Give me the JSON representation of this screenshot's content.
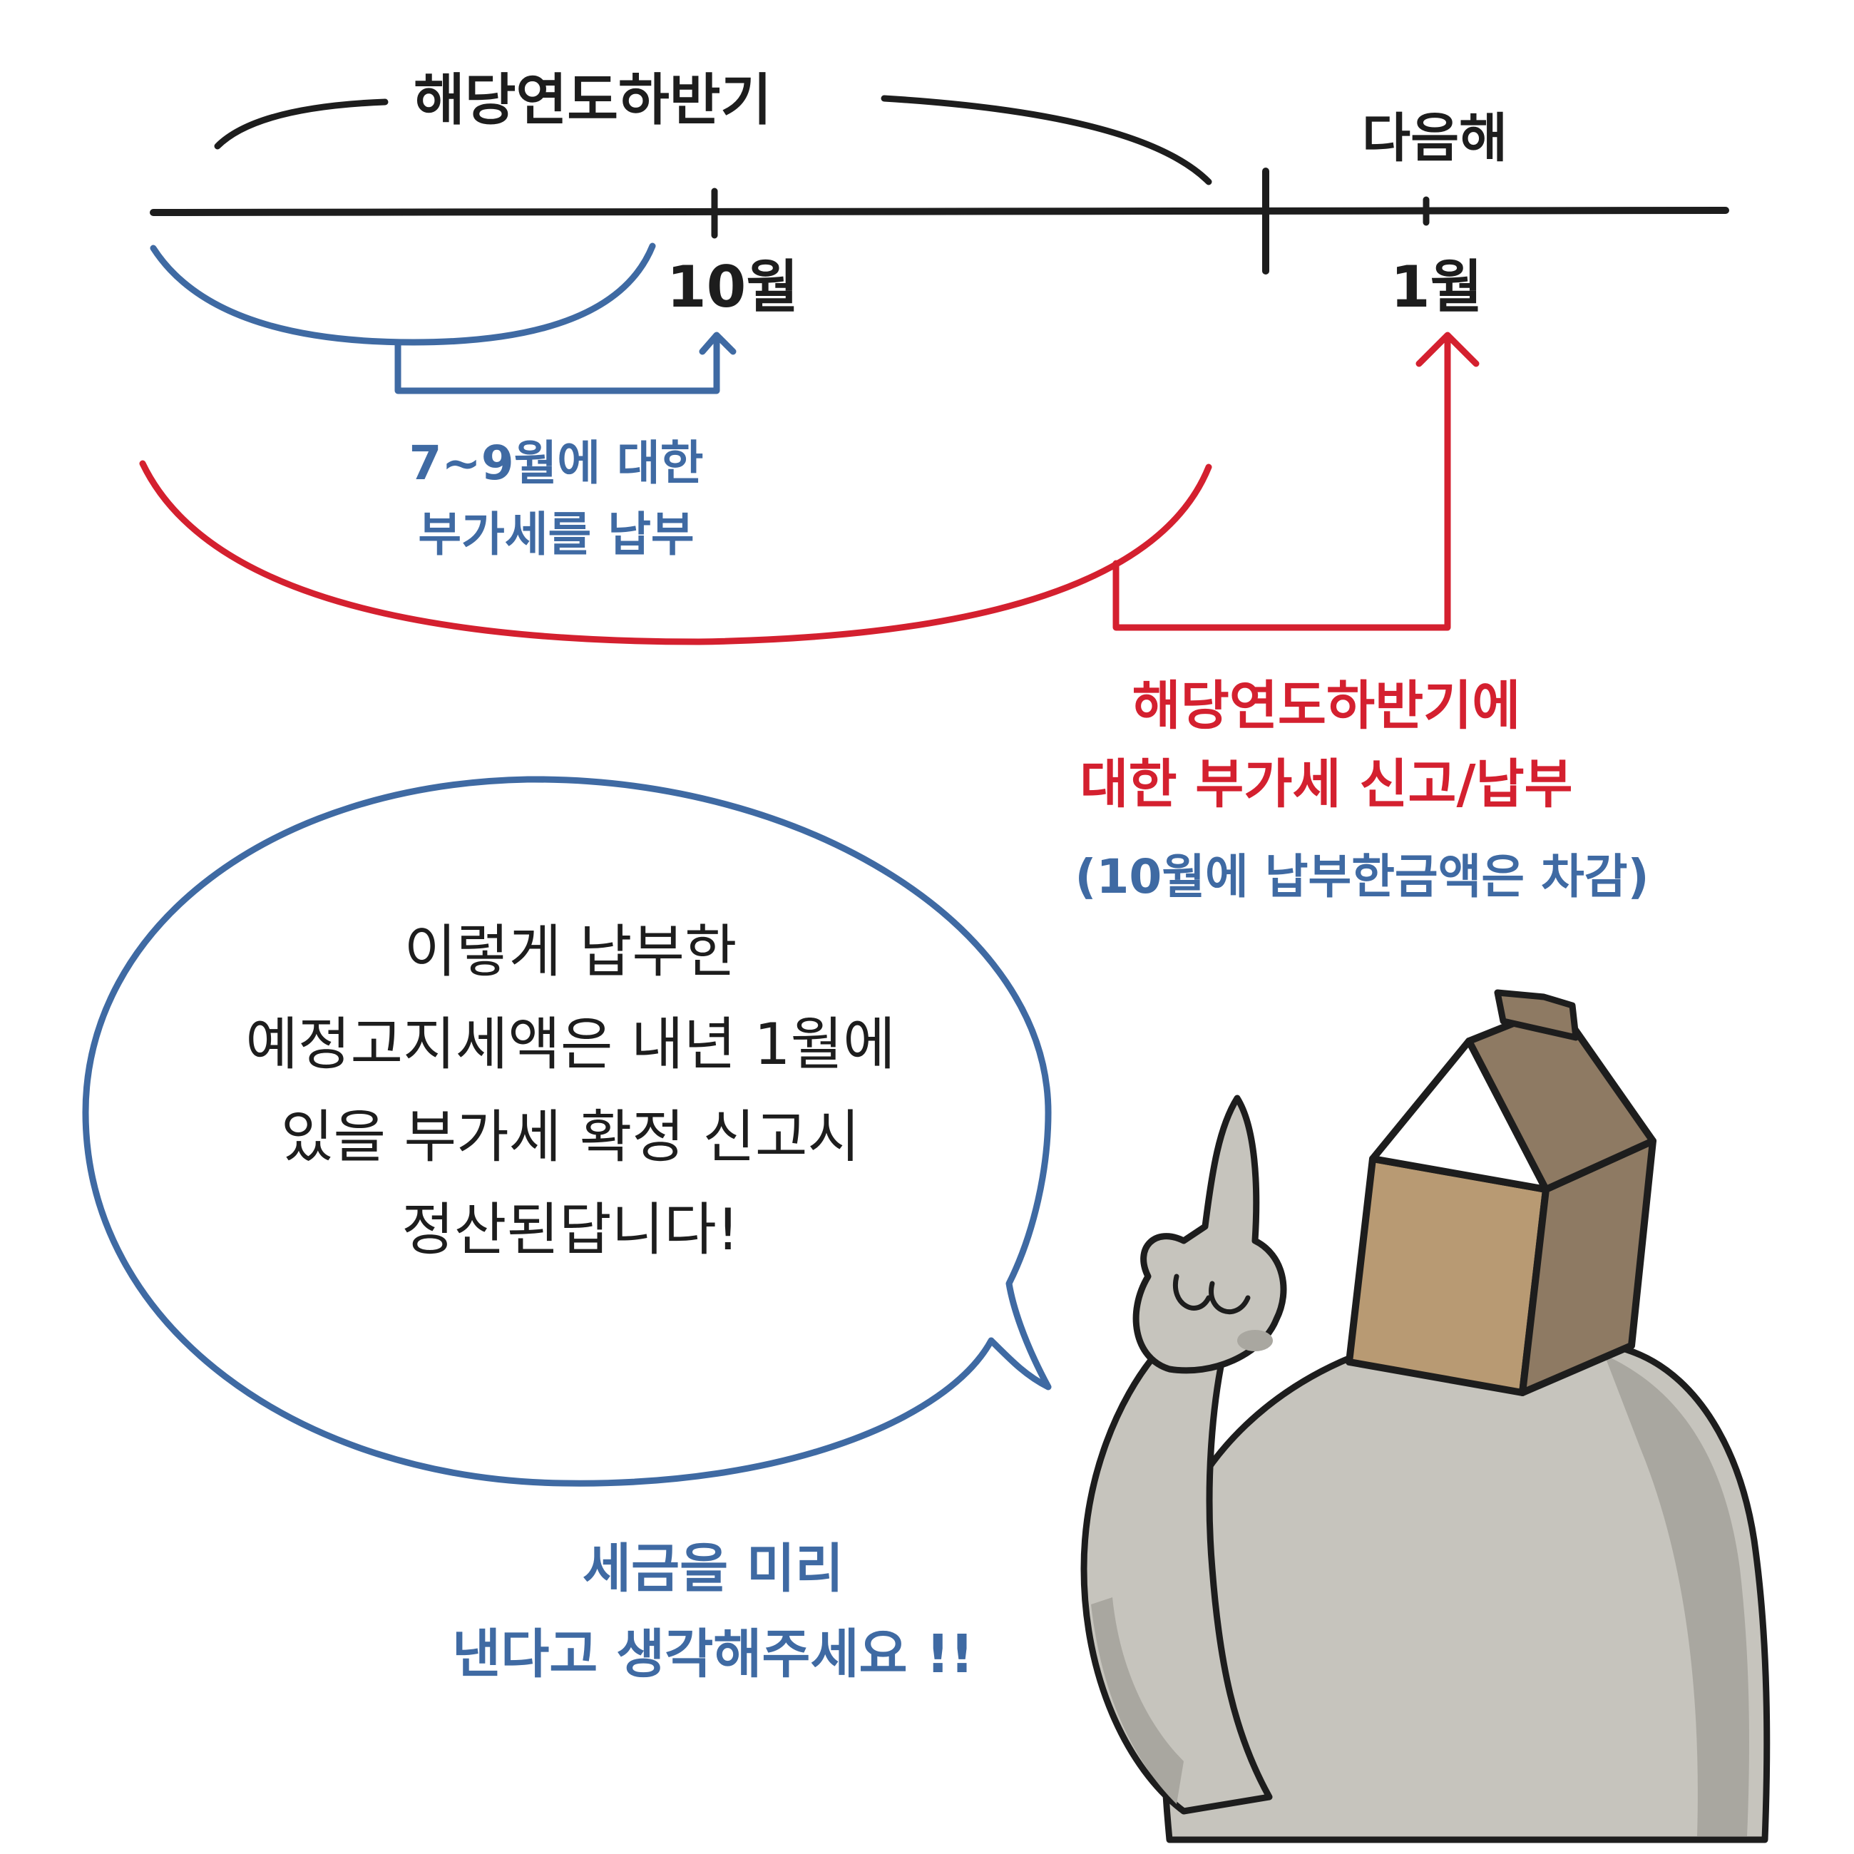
{
  "timeline": {
    "first_half_label": "해당연도하반기",
    "next_year_label": "다음해",
    "october_label": "10월",
    "january_label": "1월"
  },
  "notes": {
    "blue_line1": "7~9월에 대한",
    "blue_line2": "부가세를 납부",
    "red_line1": "해당연도하반기에",
    "red_line2": "대한 부가세 신고/납부",
    "deduct_note": "(10월에 납부한금액은 차감)"
  },
  "bubble": {
    "line1": "이렇게 납부한",
    "line2": "예정고지세액은 내년 1월에",
    "line3": "있을 부가세 확정 신고시",
    "line4": "정산된답니다!"
  },
  "footer": {
    "line1": "세금을 미리",
    "line2": "낸다고 생각해주세요 !!"
  },
  "colors": {
    "ink": "#1d1d1d",
    "blue": "#3f6aa3",
    "red": "#d4202f",
    "box_front": "#b89a73",
    "box_side": "#8e7a63",
    "body_gray": "#c6c4bd"
  }
}
